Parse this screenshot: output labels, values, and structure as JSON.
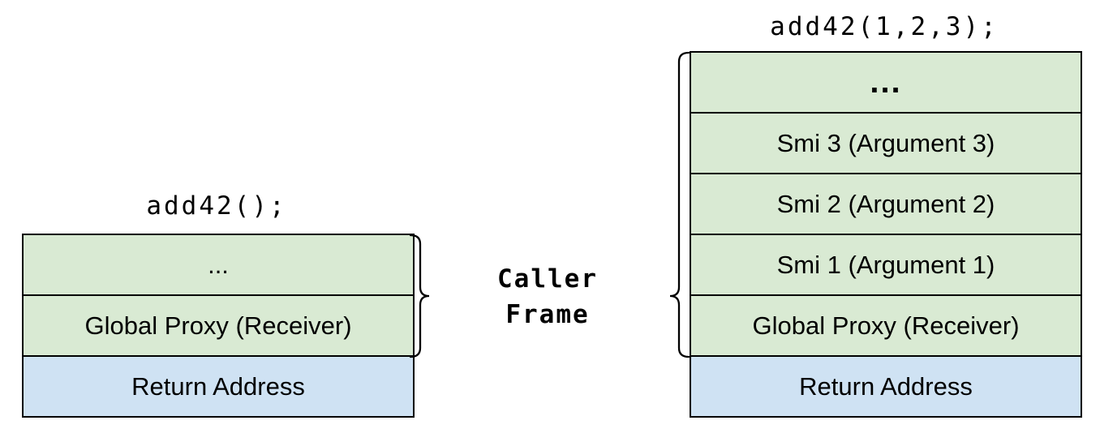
{
  "colors": {
    "background": "#ffffff",
    "frame_fill": "#d9ead3",
    "return_fill": "#cfe2f3",
    "border": "#000000",
    "text": "#000000"
  },
  "left_call": {
    "title": "add42();",
    "cells": {
      "0": "...",
      "1": "Global Proxy (Receiver)",
      "2": "Return Address"
    }
  },
  "right_call": {
    "title": "add42(1,2,3);",
    "cells": {
      "0": "...",
      "1": "Smi 3 (Argument 3)",
      "2": "Smi 2 (Argument 2)",
      "3": "Smi 1 (Argument 1)",
      "4": "Global Proxy (Receiver)",
      "5": "Return Address"
    }
  },
  "caller_frame": {
    "line1": "Caller",
    "line2": "Frame"
  }
}
